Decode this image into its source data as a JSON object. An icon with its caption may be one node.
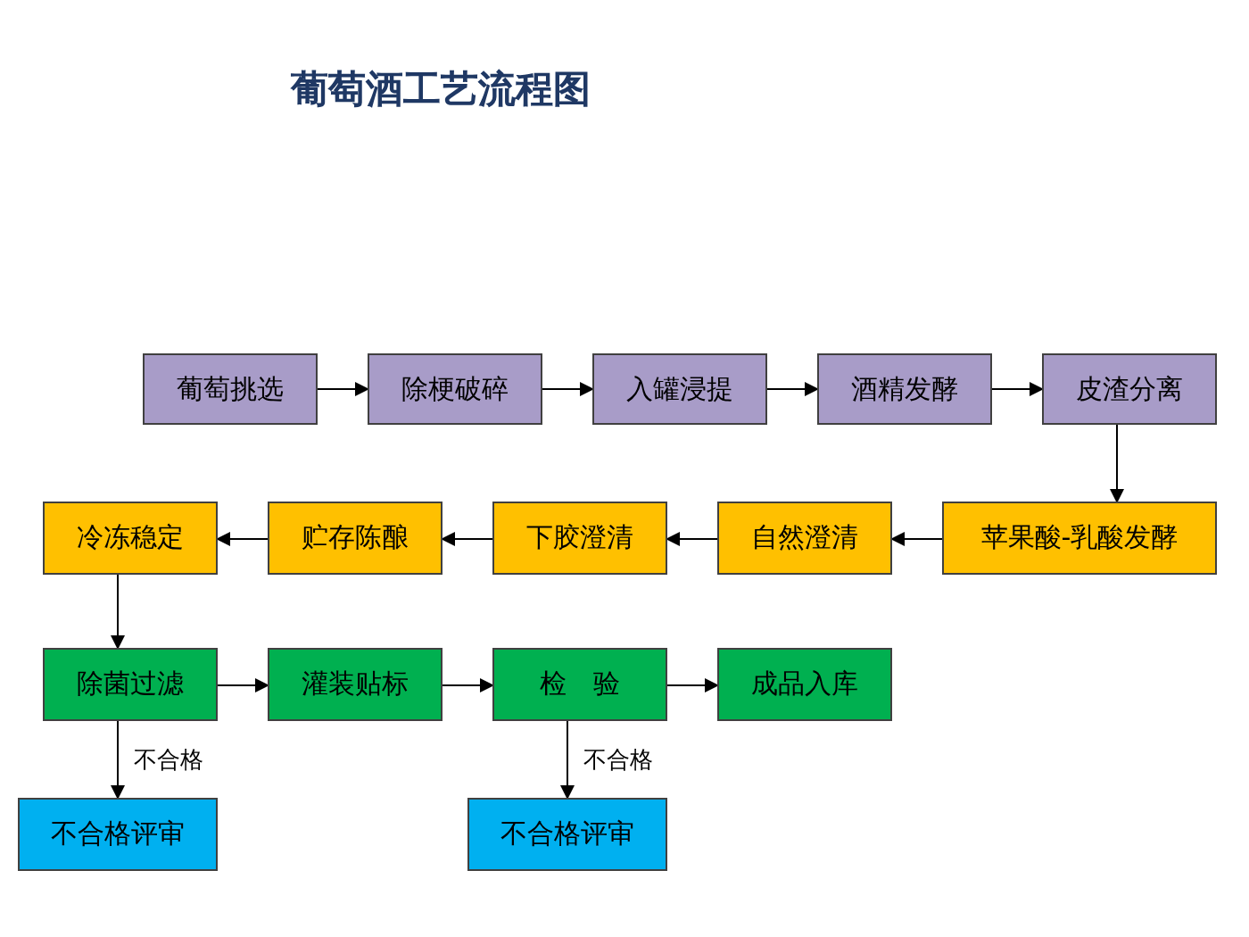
{
  "diagram": {
    "title": "葡萄酒工艺流程图",
    "nodes": [
      {
        "text": [
          "葡萄挑选"
        ]
      },
      {
        "text": [
          "除梗破碎"
        ]
      },
      {
        "text": [
          "入罐浸提"
        ]
      },
      {
        "text": [
          "酒精发酵"
        ]
      },
      {
        "text": [
          "皮渣分离"
        ]
      },
      {
        "text": [
          "冷冻稳定"
        ]
      },
      {
        "text": [
          "贮存陈酿"
        ]
      },
      {
        "text": [
          "下胶澄清"
        ]
      },
      {
        "text": [
          "自然澄清"
        ]
      },
      {
        "text": [
          "苹果酸-乳酸发酵"
        ]
      },
      {
        "text": [
          "除菌过滤"
        ]
      },
      {
        "text": [
          "灌装贴标"
        ]
      },
      {
        "text": [
          "检　验"
        ]
      },
      {
        "text": [
          "成品入库"
        ]
      },
      {
        "text": [
          "不合格评审"
        ]
      },
      {
        "text": [
          "不合格评审"
        ]
      }
    ],
    "edges": [
      {
        "from": 0,
        "to": 1,
        "arrow": "to"
      },
      {
        "from": 1,
        "to": 2,
        "arrow": "to"
      },
      {
        "from": 2,
        "to": 3,
        "arrow": "to"
      },
      {
        "from": 3,
        "to": 4,
        "arrow": "to"
      },
      {
        "from": 4,
        "to": 9,
        "arrow": "to"
      },
      {
        "from": 9,
        "to": 8,
        "arrow": "to"
      },
      {
        "from": 8,
        "to": 7,
        "arrow": "to"
      },
      {
        "from": 7,
        "to": 6,
        "arrow": "to"
      },
      {
        "from": 6,
        "to": 5,
        "arrow": "to"
      },
      {
        "from": 5,
        "to": 10,
        "arrow": "to"
      },
      {
        "from": 10,
        "to": 11,
        "arrow": "to"
      },
      {
        "from": 11,
        "to": 12,
        "arrow": "to"
      },
      {
        "from": 12,
        "to": 13,
        "arrow": "to"
      },
      {
        "from": 10,
        "to": 14,
        "arrow": "to",
        "label": "不合格"
      },
      {
        "from": 12,
        "to": 15,
        "arrow": "to",
        "label": "不合格"
      }
    ]
  }
}
